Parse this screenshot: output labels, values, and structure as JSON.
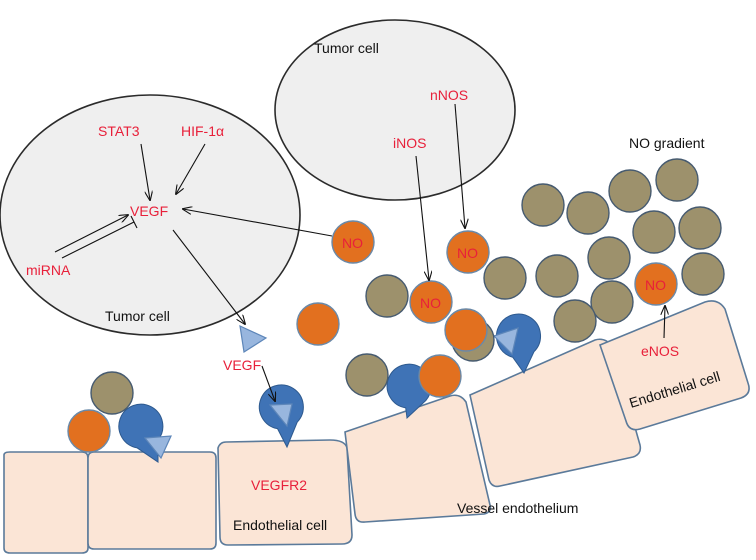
{
  "tumor_cell_top": {
    "label": "Tumor cell",
    "nnos": "nNOS",
    "inos": "iNOS"
  },
  "tumor_cell_left": {
    "label": "Tumor cell",
    "stat3": "STAT3",
    "hif": "HIF-1α",
    "vegf": "VEGF",
    "mirna": "miRNA"
  },
  "no_label": "NO",
  "no_gradient": "NO gradient",
  "enos": "eNOS",
  "vegf_free": "VEGF",
  "vegfr2": "VEGFR2",
  "endothelial_cell_bottom": "Endothelial cell",
  "endothelial_cell_right": "Endothelial cell",
  "vessel_endothelium": "Vessel endothelium",
  "colors": {
    "red_text": "#e8203a",
    "endothelial_fill": "#fbe5d6",
    "no_molecule": "#e2701f",
    "gradient_molecule": "#9d916c",
    "receptor": "#3f73b6",
    "vegf_ligand": "#98b6de"
  }
}
